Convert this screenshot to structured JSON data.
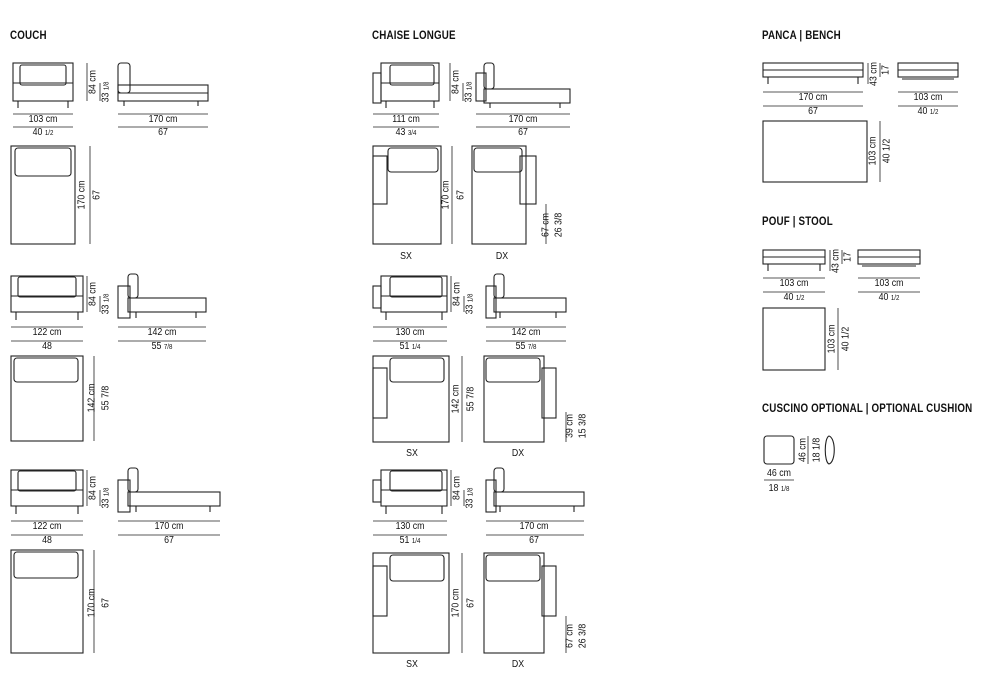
{
  "sections": {
    "couch": "COUCH",
    "chaise": "CHAISE LONGUE",
    "bench": "PANCA | BENCH",
    "stool": "POUF | STOOL",
    "cushion": "CUSCINO OPTIONAL | OPTIONAL CUSHION"
  },
  "dims": {
    "cm103": "103 cm",
    "cm170": "170 cm",
    "cm122": "122 cm",
    "cm142": "142 cm",
    "cm111": "111 cm",
    "cm130": "130 cm",
    "cm46": "46 cm",
    "in40": "40",
    "in67": "67",
    "in48": "48",
    "in55": "55",
    "in43": "43",
    "in51": "51",
    "in18": "18",
    "in40f": "1/2",
    "in55f": "7/8",
    "in43f": "3/4",
    "in51f": "1/4",
    "in18f": "1/8",
    "h84": "84 cm",
    "h33": "33",
    "h33f": "1/8",
    "v170": "170 cm",
    "v142": "142 cm",
    "v103": "103 cm",
    "v67cm": "67 cm",
    "v39cm": "39 cm",
    "v67": "67",
    "v55": "55 7/8",
    "v26": "26 3/8",
    "v15": "15 3/8",
    "v40": "40 1/2",
    "h43": "43 cm",
    "h17": "17",
    "v46": "46 cm",
    "v18": "18 1/8"
  },
  "sides": {
    "sx": "SX",
    "dx": "DX"
  }
}
